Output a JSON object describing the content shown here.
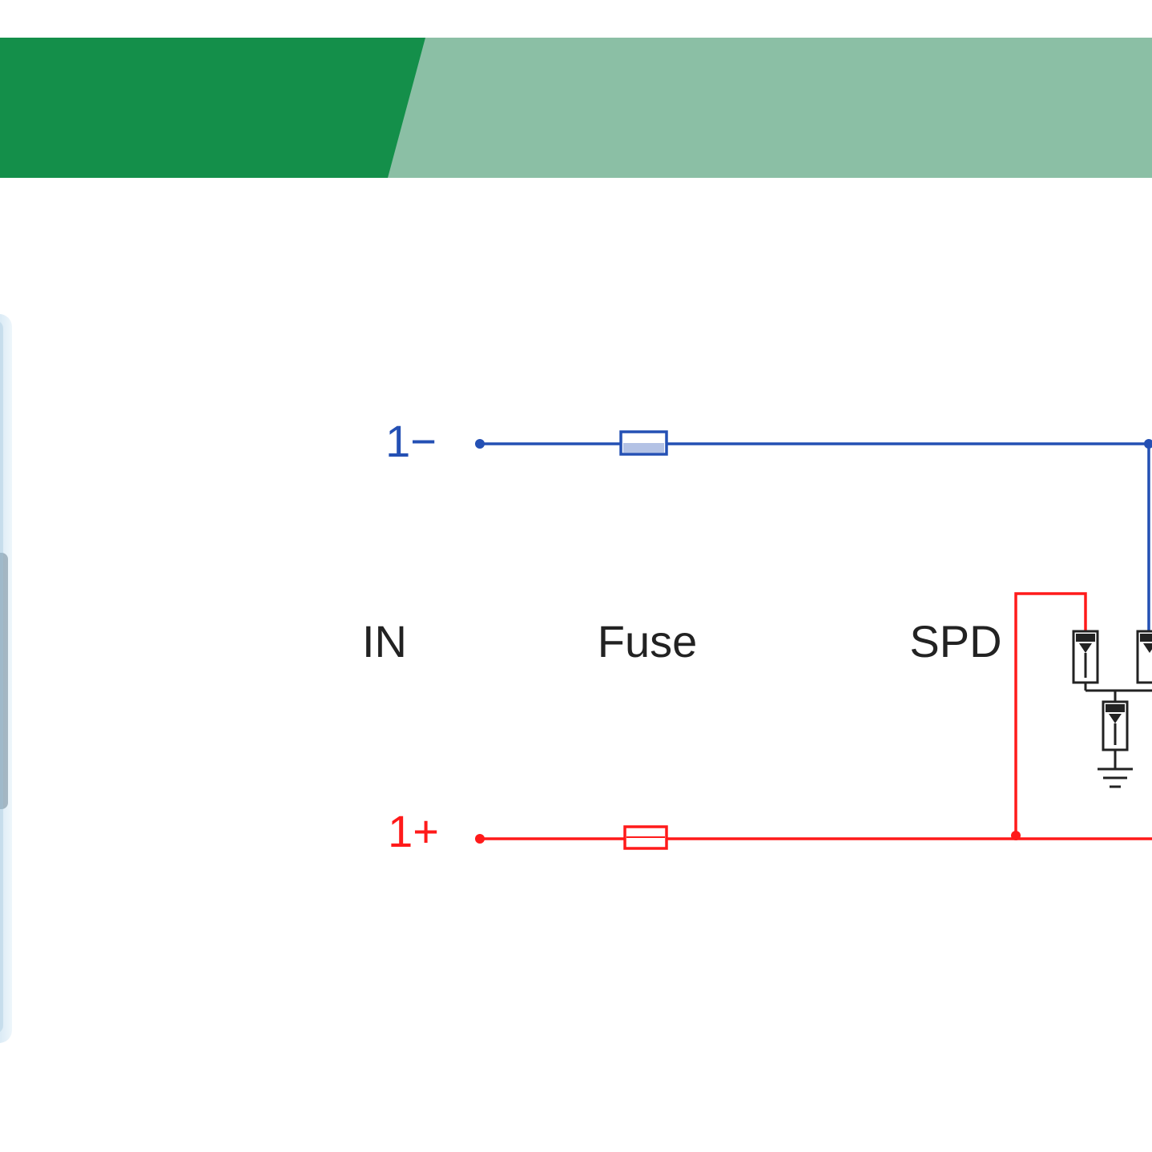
{
  "header": {
    "dark_color": "#148f4a",
    "light_color": "#8bbfa5"
  },
  "terminals": {
    "negative": {
      "label": "1−",
      "color": "#2450b4"
    },
    "positive": {
      "label": "1+",
      "color": "#ff1a1a"
    }
  },
  "sections": {
    "input": "IN",
    "fuse": "Fuse",
    "spd": "SPD"
  },
  "wire_colors": {
    "negative": "#2450b4",
    "positive": "#ff1a1a",
    "component": "#222222"
  },
  "icons": {
    "ground": "ground-icon",
    "varistor": "varistor-icon",
    "fuse": "fuse-icon"
  }
}
